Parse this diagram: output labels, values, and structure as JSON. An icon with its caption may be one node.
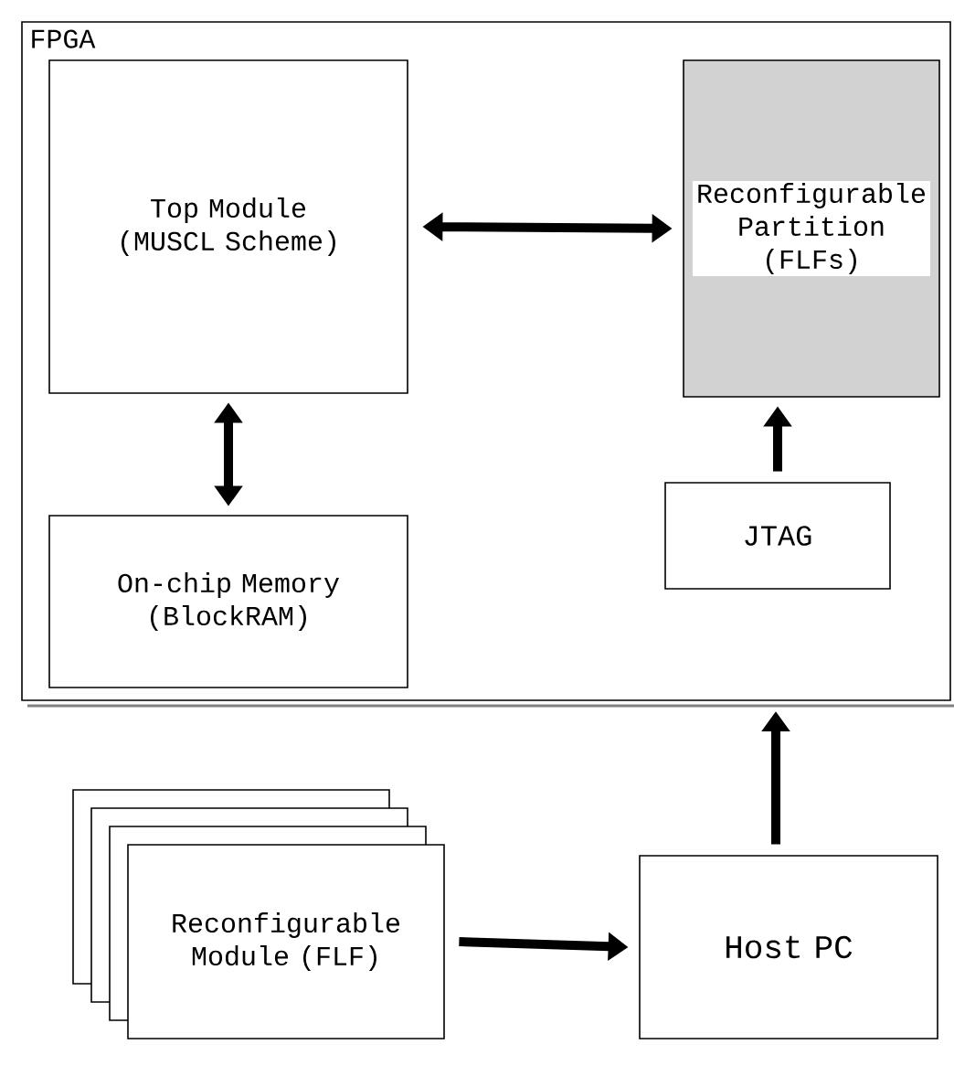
{
  "diagram": {
    "nodes": [
      {
        "text": [
          "FPGA"
        ]
      },
      {
        "text": [
          "Top Module (MUSCL Scheme)"
        ],
        "in": 0
      },
      {
        "text": [
          "Reconfigurable Partition (FLFs)"
        ],
        "in": 0
      },
      {
        "text": [
          "On-chip Memory (BlockRAM)"
        ],
        "in": 0
      },
      {
        "text": [
          "JTAG"
        ],
        "in": 0
      },
      {
        "text": [
          "Reconfigurable Module (FLF)"
        ]
      },
      {
        "text": [
          "Host PC"
        ]
      }
    ],
    "edges": [
      {
        "from": 1,
        "to": 2,
        "arrow": "both"
      },
      {
        "from": 1,
        "to": 3,
        "arrow": "both"
      },
      {
        "from": 4,
        "to": 2,
        "arrow": "to"
      },
      {
        "from": 6,
        "to": 0,
        "arrow": "to"
      },
      {
        "from": 5,
        "to": 6,
        "arrow": "to"
      }
    ]
  }
}
